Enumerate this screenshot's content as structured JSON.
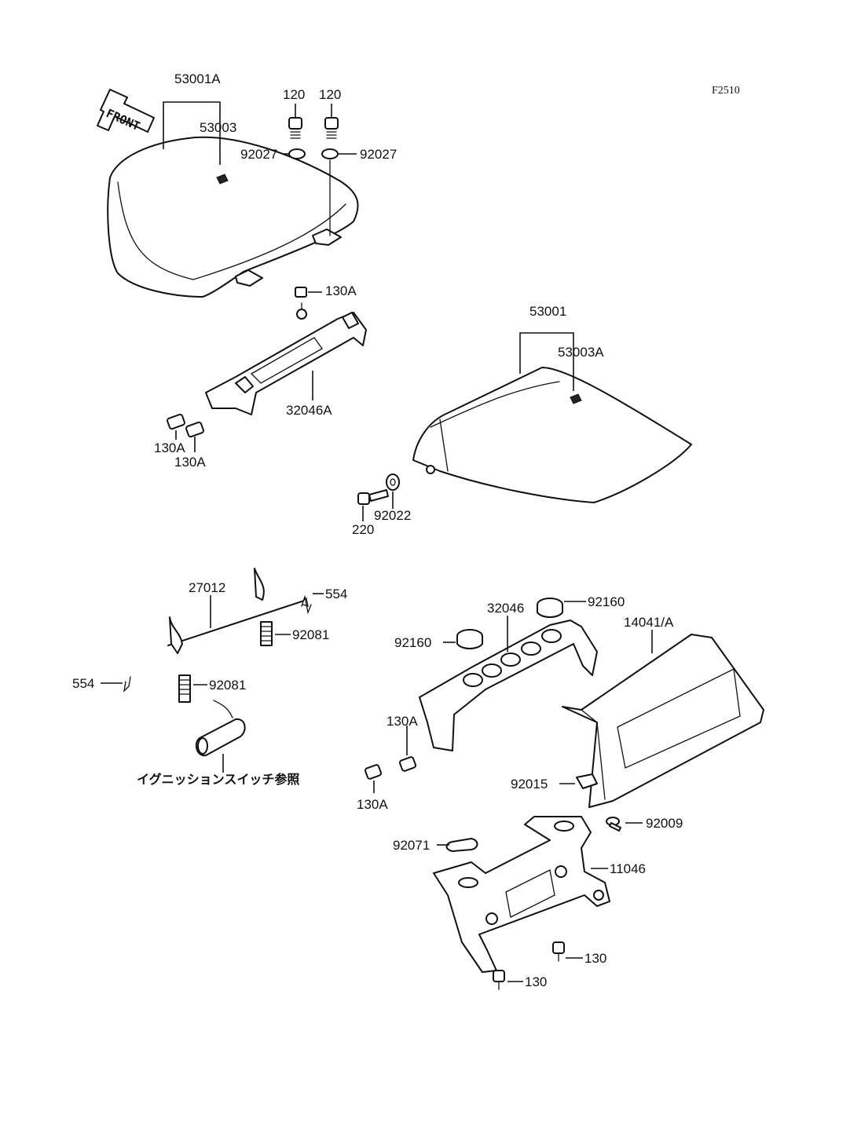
{
  "diagram": {
    "code": "F2510",
    "front_label": "FRONT",
    "ignition_note": "イグニッションスイッチ参照",
    "labels": {
      "p53001A": "53001A",
      "p53003": "53003",
      "p120a": "120",
      "p120b": "120",
      "p92027a": "92027",
      "p92027b": "92027",
      "p130A_top": "130A",
      "p32046A": "32046A",
      "p130A_l1": "130A",
      "p130A_l2": "130A",
      "p53001": "53001",
      "p53003A": "53003A",
      "p220": "220",
      "p92022": "92022",
      "p27012": "27012",
      "p554a": "554",
      "p554b": "554",
      "p92081a": "92081",
      "p92081b": "92081",
      "p32046": "32046",
      "p92160a": "92160",
      "p92160b": "92160",
      "p14041A": "14041/A",
      "p130A_m1": "130A",
      "p130A_m2": "130A",
      "p92015": "92015",
      "p92009": "92009",
      "p92071": "92071",
      "p11046": "11046",
      "p130a": "130",
      "p130b": "130"
    }
  }
}
